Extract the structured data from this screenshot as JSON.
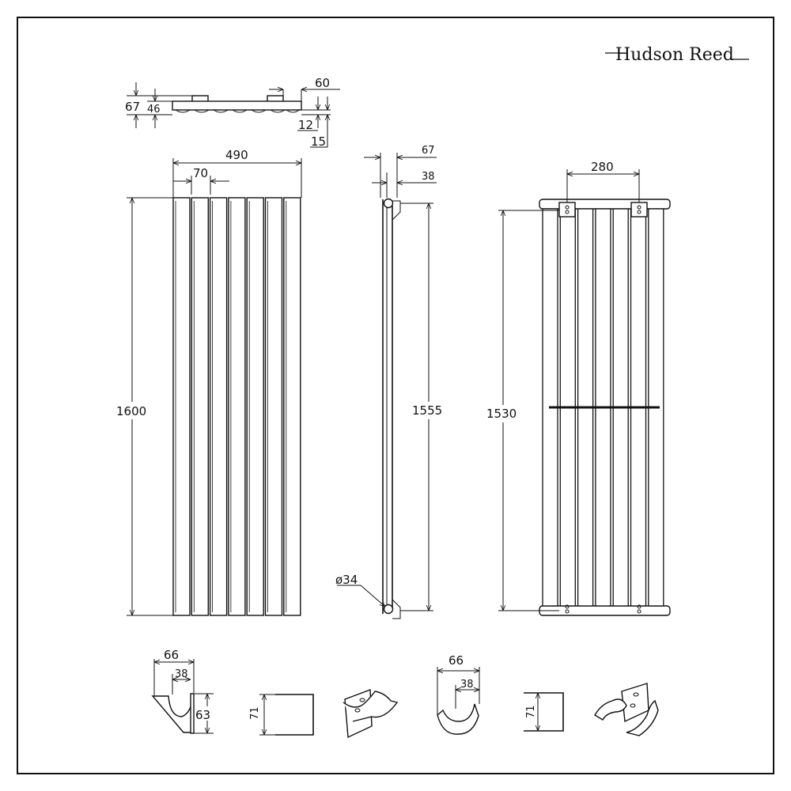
{
  "brand": {
    "name": "Hudson Reed"
  },
  "top_view": {
    "d_67": "67",
    "d_46": "46",
    "d_60": "60",
    "d_12": "12",
    "d_15": "15"
  },
  "front_view": {
    "width": "490",
    "panel_pitch": "70",
    "height": "1600"
  },
  "side_view": {
    "depth": "67",
    "wall_gap": "38",
    "height": "1555",
    "pipe_diameter": "ø34"
  },
  "rear_view": {
    "bracket_spacing": "280",
    "height": "1530"
  },
  "bracket_a": {
    "width": "66",
    "inner": "38",
    "height": "63",
    "plate_height": "71"
  },
  "bracket_b": {
    "width": "66",
    "inner": "38",
    "plate_height": "71"
  }
}
